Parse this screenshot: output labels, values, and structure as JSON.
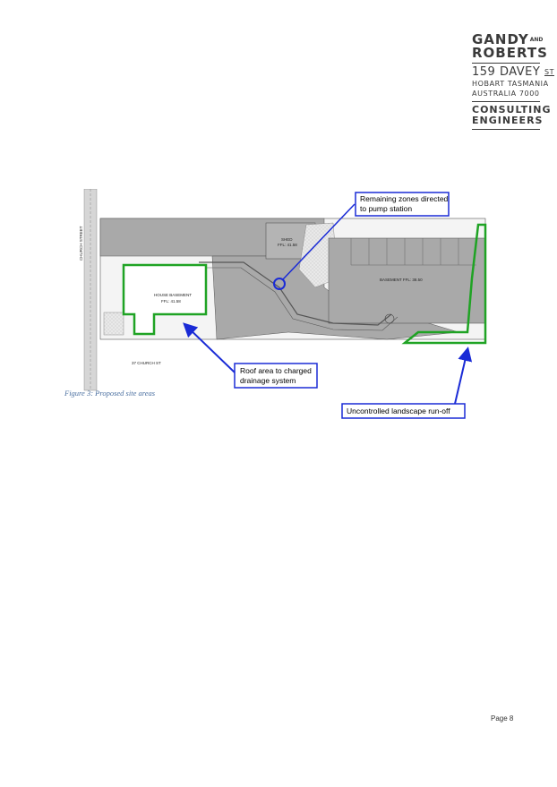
{
  "logo": {
    "name_line1": "GANDY",
    "name_and": "AND",
    "name_line2": "ROBERTS",
    "street": "159 DAVEY",
    "street_suffix": "ST",
    "city": "HOBART TASMANIA",
    "state": "AUSTRALIA 7000",
    "tag1": "CONSULTING",
    "tag2": "ENGINEERS"
  },
  "figure": {
    "caption": "Figure 3: Proposed site areas",
    "callouts": {
      "pump_line1": "Remaining zones directed",
      "pump_line2": "to pump station",
      "roof_line1": "Roof area to charged",
      "roof_line2": "drainage system",
      "landscape": "Uncontrolled landscape run-off"
    },
    "plan_labels": {
      "street_left": "CHURCH STREET",
      "street_bottom": "37 CHURCH ST",
      "house": "HOUSE BASEMENT",
      "house_ffl": "FFL: 41.58",
      "shed": "SHED",
      "shed_ffl": "FFL: 41.58",
      "basement": "BASEMENT FFL: 38.50"
    },
    "colors": {
      "zone_outline": "#1fa324",
      "callout_blue": "#1a2bd6",
      "hardstand": "#a9a9a9"
    }
  },
  "page": {
    "number": "Page 8"
  }
}
